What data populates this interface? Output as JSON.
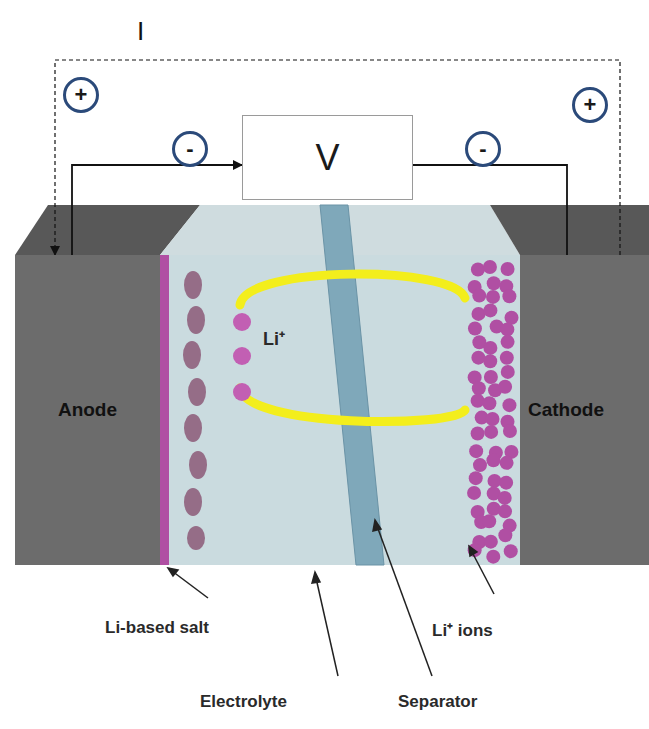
{
  "diagram": {
    "nodes": [
      {
        "text": [
          "+"
        ]
      },
      {
        "text": [
          "-"
        ]
      },
      {
        "text": [
          "V"
        ]
      },
      {
        "text": [
          "-"
        ]
      },
      {
        "text": [
          "+"
        ]
      },
      {
        "text": [
          "Anode"
        ]
      },
      {
        "text": [
          "Cathode"
        ]
      }
    ],
    "edges": [
      {
        "from": 5,
        "to": 2,
        "arrow": "to"
      },
      {
        "from": 2,
        "to": 6,
        "arrow": "none"
      },
      {
        "from": 6,
        "to": 5,
        "arrow": "to",
        "label": "I"
      }
    ],
    "labels": [
      "Li⁺",
      "Li-based salt",
      "Electrolyte",
      "Separator",
      "Li⁺ ions"
    ]
  }
}
